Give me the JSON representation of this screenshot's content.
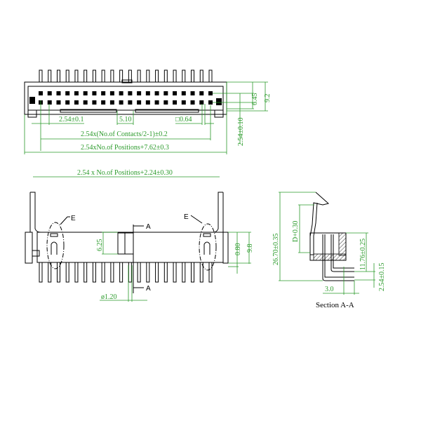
{
  "top_view": {
    "dim_pitch": "2.54±0.1",
    "dim_key": "5.10",
    "dim_pin_square": "□0.64",
    "dim_row_span": "2.54x(No.of Contacts/2-1)±0.2",
    "dim_overall": "2.54xNo.of Positions+7.62±0.3",
    "dim_row_height": "6.45",
    "dim_height": "9.2",
    "dim_row_pitch": "2.54±0.10",
    "pin_count": 20
  },
  "front_view": {
    "dim_latch_span": "2.54 x No.of Positions+2.24±0.30",
    "label_e_left": "E",
    "label_e_right": "E",
    "label_a_top": "A",
    "label_a_bottom": "A",
    "dim_key_height": "6.25",
    "dim_offset": "0.80",
    "dim_body_height": "9.8",
    "dim_pin_dia": "ø1.20"
  },
  "section_view": {
    "title": "Section A-A",
    "dim_total_height": "26.70±0.35",
    "dim_d": "D+0.30",
    "dim_body": "11.76±0.25",
    "dim_row_pitch": "2.54±0.15",
    "dim_tail": "3.0"
  },
  "colors": {
    "dimension": "#2a9a2a",
    "outline": "#000000"
  }
}
